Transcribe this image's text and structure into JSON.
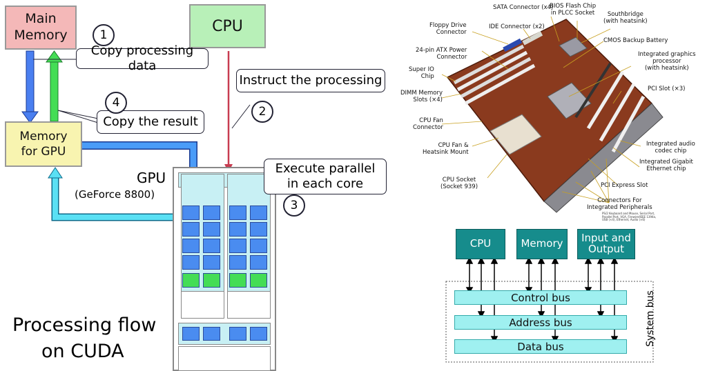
{
  "cuda": {
    "main_memory": "Main\nMemory",
    "cpu": "CPU",
    "gpu_memory": "Memory\nfor GPU",
    "gpu_label": "GPU",
    "gpu_model": "(GeForce 8800)",
    "title_line1": "Processing flow",
    "title_line2": "on CUDA",
    "steps": [
      {
        "num": "1",
        "text": "Copy processing data"
      },
      {
        "num": "2",
        "text": "Instruct the processing"
      },
      {
        "num": "3",
        "text": "Execute parallel\nin each core"
      },
      {
        "num": "4",
        "text": "Copy the result"
      }
    ],
    "colors": {
      "main_memory": "#f4b8b8",
      "cpu": "#b8f0b8",
      "gpu_memory": "#f8f4b0",
      "core": "#4a8cf0",
      "core_green": "#44dd55",
      "gpu_frame": "#c8f0f4"
    }
  },
  "motherboard": {
    "labels": {
      "sata": "SATA Connector (x4)",
      "bios": "BIOS Flash Chip\nin PLCC Socket",
      "southbridge": "Southbridge\n(with heatsink)",
      "floppy": "Floppy Drive\nConnector",
      "ide": "IDE Connector (x2)",
      "cmos": "CMOS Backup Battery",
      "atx": "24-pin ATX Power\nConnector",
      "igp": "Integrated graphics\nprocessor\n(with heatsink)",
      "superio": "Super IO\nChip",
      "dimm": "DIMM Memory\nSlots (×4)",
      "pci": "PCI Slot (×3)",
      "cpufan": "CPU Fan\nConnector",
      "heatsink": "CPU Fan &\nHeatsink Mount",
      "audio": "Integrated audio\ncodec chip",
      "ethernet": "Integrated Gigabit\nEthernet chip",
      "socket": "CPU Socket\n(Socket 939)",
      "pcie": "PCI Express Slot",
      "connectors": "Connectors For\nIntegrated Peripherals",
      "peripherals_detail": "PS/2 Keyboard and Mouse, Serial Port,\nParallel Port, VGA, Firewire/IEEE 1394a,\nUSB (×4), Ethernet, Audio (×6)"
    }
  },
  "system_bus": {
    "cpu": "CPU",
    "memory": "Memory",
    "io": "Input and\nOutput",
    "control": "Control bus",
    "address": "Address bus",
    "data": "Data bus",
    "system": "System bus"
  }
}
